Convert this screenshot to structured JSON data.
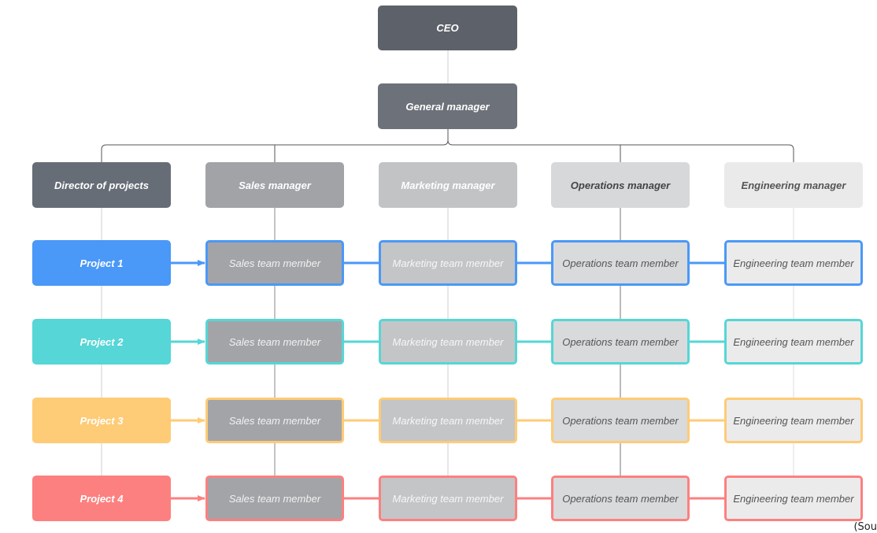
{
  "ceo": {
    "label": "CEO"
  },
  "general_manager": {
    "label": "General manager"
  },
  "columns": [
    {
      "label": "Director of projects",
      "fill": "#676d77",
      "text": "#ffffff"
    },
    {
      "label": "Sales manager",
      "fill": "#a1a3a7",
      "text": "#ffffff",
      "member": "Sales team member",
      "member_fill": "#a3a4a8",
      "member_text": "#f2f2f2"
    },
    {
      "label": "Marketing manager",
      "fill": "#c2c3c5",
      "text": "#ffffff",
      "member": "Marketing team member",
      "member_fill": "#c4c5c7",
      "member_text": "#f7f7f7"
    },
    {
      "label": "Operations manager",
      "fill": "#d7d8da",
      "text": "#444444",
      "member": "Operations team member",
      "member_fill": "#d9dadc",
      "member_text": "#555555"
    },
    {
      "label": "Engineering manager",
      "fill": "#eaeaeb",
      "text": "#555555",
      "member": "Engineering team member",
      "member_fill": "#ebebec",
      "member_text": "#555555"
    }
  ],
  "projects": [
    {
      "label": "Project 1",
      "color": "#4a98f7"
    },
    {
      "label": "Project 2",
      "color": "#56d6d6"
    },
    {
      "label": "Project 3",
      "color": "#fecb76"
    },
    {
      "label": "Project 4",
      "color": "#fd8080"
    }
  ],
  "top_fill": "#5d6169",
  "gm_fill": "#6d7179",
  "source_note": "(Sou"
}
